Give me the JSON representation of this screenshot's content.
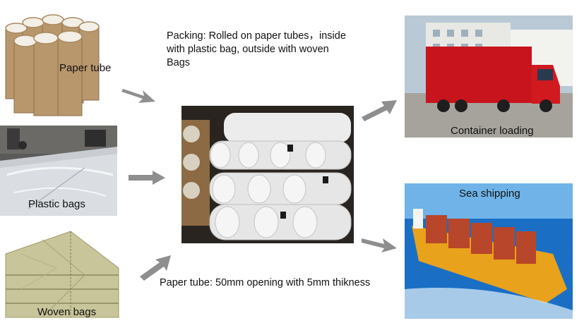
{
  "packing_note": {
    "line1": "Packing: Rolled on paper tubes，inside",
    "line2": "with plastic bag, outside with woven",
    "line3": "Bags"
  },
  "spec_note": "Paper tube: 50mm opening with 5mm thikness",
  "images": {
    "paper_tube": {
      "label": "Paper tube"
    },
    "plastic_bags": {
      "label": "Plastic bags"
    },
    "woven_bags": {
      "label": "Woven bags"
    },
    "container": {
      "label": "Container loading"
    },
    "sea": {
      "label": "Sea shipping"
    }
  },
  "colors": {
    "arrow": "#8e8e8e",
    "tube": "#b9976c",
    "truck": "#c8141c",
    "sea": "#1a6fc4",
    "ship_hull": "#e8a21c",
    "woven": "#c8c59a"
  }
}
